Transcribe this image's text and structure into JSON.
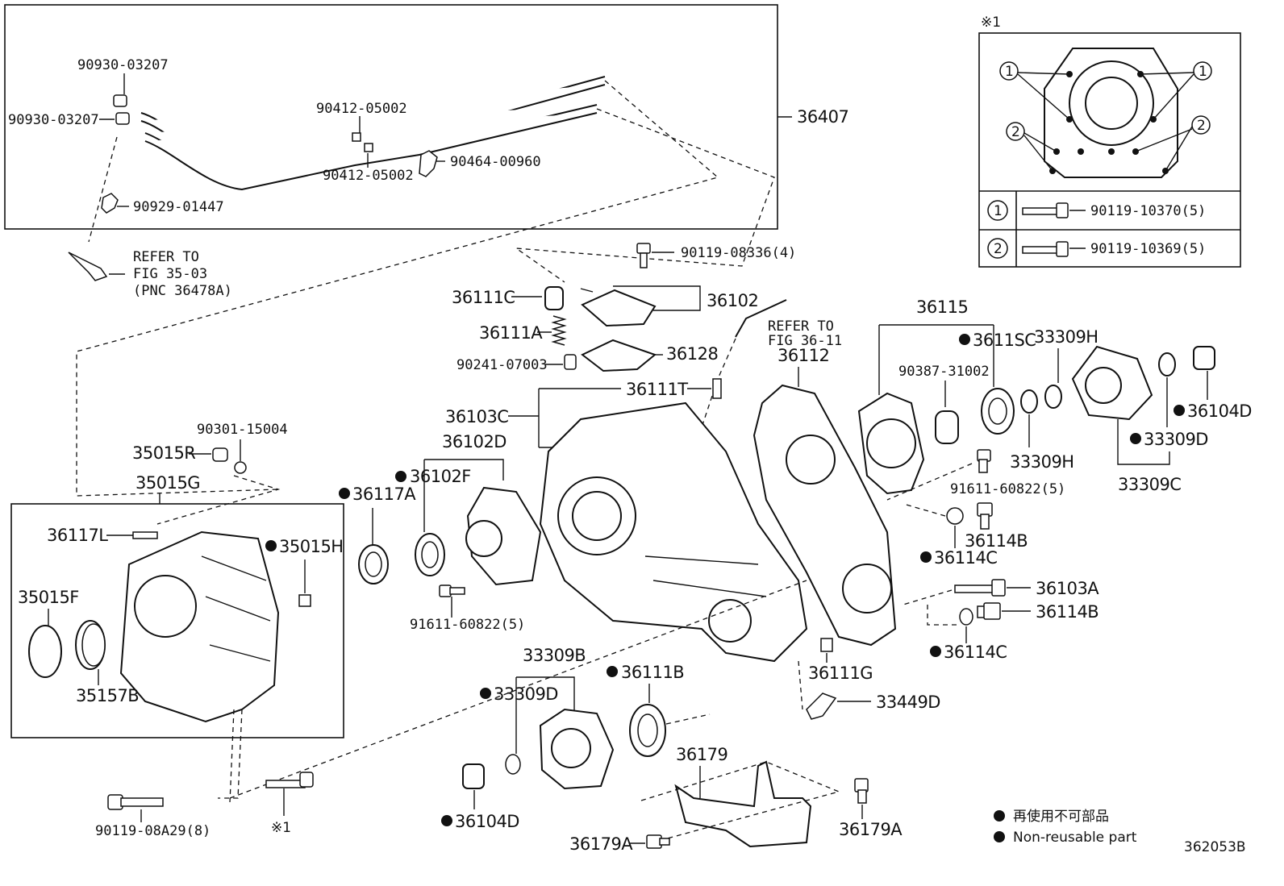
{
  "diagram_id": "362053B",
  "inset": {
    "mark": "※1",
    "rows": [
      {
        "circle": "1",
        "part": "90119-10370(5)"
      },
      {
        "circle": "2",
        "part": "90119-10369(5)"
      }
    ]
  },
  "legend": {
    "japanese": "再使用不可部品",
    "english": "Non-reusable part"
  },
  "refer_notes": {
    "fig_35": [
      "REFER TO",
      "FIG 35-03",
      "(PNC 36478A)"
    ],
    "fig_36": [
      "REFER TO",
      "FIG 36-11"
    ]
  },
  "callouts": {
    "p90930a": "90930-03207",
    "p90930b": "90930-03207",
    "p90412a": "90412-05002",
    "p90412b": "90412-05002",
    "p90464": "90464-00960",
    "p90929": "90929-01447",
    "p36407": "36407",
    "p90119_08336": "90119-08336(4)",
    "p36111C": "36111C",
    "p36102": "36102",
    "p36111A": "36111A",
    "p36128": "36128",
    "p90241": "90241-07003",
    "p36111T": "36111T",
    "p36103C": "36103C",
    "p36102D": "36102D",
    "p36102F": "36102F",
    "p36117A": "36117A",
    "p90301": "90301-15004",
    "p35015R": "35015R",
    "p35015G": "35015G",
    "p36117L": "36117L",
    "p35015H": "35015H",
    "p35015F": "35015F",
    "p35157B": "35157B",
    "p91611a": "91611-60822(5)",
    "p36112": "36112",
    "p36115": "36115",
    "p90387": "90387-31002",
    "p3611SC": "3611SC",
    "p33309H_top": "33309H",
    "p33309H_mid": "33309H",
    "p36104D_r": "36104D",
    "p33309D_r": "33309D",
    "p33309C": "33309C",
    "p91611b": "91611-60822(5)",
    "p36114B_a": "36114B",
    "p36114C_a": "36114C",
    "p36103A": "36103A",
    "p36114B_b": "36114B",
    "p36114C_b": "36114C",
    "p36111G": "36111G",
    "p33449D": "33449D",
    "p33309B": "33309B",
    "p36111B": "36111B",
    "p33309D_l": "33309D",
    "p36104D_l": "36104D",
    "p36179": "36179",
    "p36179A_l": "36179A",
    "p36179A_r": "36179A",
    "p90119_08A29": "90119-08A29(8)",
    "p_mark1": "※1"
  }
}
